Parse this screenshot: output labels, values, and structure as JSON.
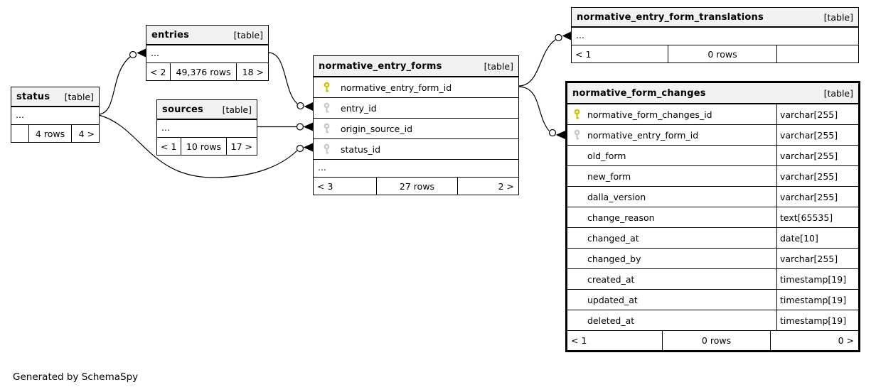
{
  "diagram": {
    "footer_note": "Generated by SchemaSpy"
  },
  "colors": {
    "primary_key_icon": "#c8c800",
    "foreign_key_icon": "#c9c9c9",
    "header_bg": "#f2f2f2",
    "line": "#000000"
  },
  "tables": [
    {
      "name": "status",
      "kind": "[table]",
      "ellipsis": "...",
      "footer": {
        "left": "",
        "center": "4 rows",
        "right": "4 >"
      }
    },
    {
      "name": "entries",
      "kind": "[table]",
      "ellipsis": "...",
      "footer": {
        "left": "< 2",
        "center": "49,376 rows",
        "right": "18 >"
      }
    },
    {
      "name": "sources",
      "kind": "[table]",
      "ellipsis": "...",
      "footer": {
        "left": "< 1",
        "center": "10 rows",
        "right": "17 >"
      }
    },
    {
      "name": "normative_entry_forms",
      "kind": "[table]",
      "ellipsis": "...",
      "columns": [
        {
          "name": "normative_entry_form_id",
          "key": "primary"
        },
        {
          "name": "entry_id",
          "key": "foreign"
        },
        {
          "name": "origin_source_id",
          "key": "foreign"
        },
        {
          "name": "status_id",
          "key": "foreign"
        }
      ],
      "footer": {
        "left": "< 3",
        "center": "27 rows",
        "right": "2 >"
      }
    },
    {
      "name": "normative_entry_form_translations",
      "kind": "[table]",
      "ellipsis": "...",
      "footer": {
        "left": "< 1",
        "center": "0 rows",
        "right": ""
      }
    },
    {
      "name": "normative_form_changes",
      "kind": "[table]",
      "columns": [
        {
          "name": "normative_form_changes_id",
          "key": "primary",
          "type": "varchar[255]"
        },
        {
          "name": "normative_entry_form_id",
          "key": "foreign",
          "type": "varchar[255]"
        },
        {
          "name": "old_form",
          "key": "",
          "type": "varchar[255]"
        },
        {
          "name": "new_form",
          "key": "",
          "type": "varchar[255]"
        },
        {
          "name": "dalla_version",
          "key": "",
          "type": "varchar[255]"
        },
        {
          "name": "change_reason",
          "key": "",
          "type": "text[65535]"
        },
        {
          "name": "changed_at",
          "key": "",
          "type": "date[10]"
        },
        {
          "name": "changed_by",
          "key": "",
          "type": "varchar[255]"
        },
        {
          "name": "created_at",
          "key": "",
          "type": "timestamp[19]"
        },
        {
          "name": "updated_at",
          "key": "",
          "type": "timestamp[19]"
        },
        {
          "name": "deleted_at",
          "key": "",
          "type": "timestamp[19]"
        }
      ],
      "footer": {
        "left": "< 1",
        "center": "0 rows",
        "right": "0 >"
      }
    }
  ],
  "relationships": [
    {
      "from": "status",
      "to": "entries"
    },
    {
      "from": "entries",
      "to": "normative_entry_forms.entry_id"
    },
    {
      "from": "sources",
      "to": "normative_entry_forms.origin_source_id"
    },
    {
      "from": "status",
      "to": "normative_entry_forms.status_id"
    },
    {
      "from": "normative_entry_forms",
      "to": "normative_entry_form_translations"
    },
    {
      "from": "normative_entry_forms",
      "to": "normative_form_changes.normative_entry_form_id"
    }
  ]
}
